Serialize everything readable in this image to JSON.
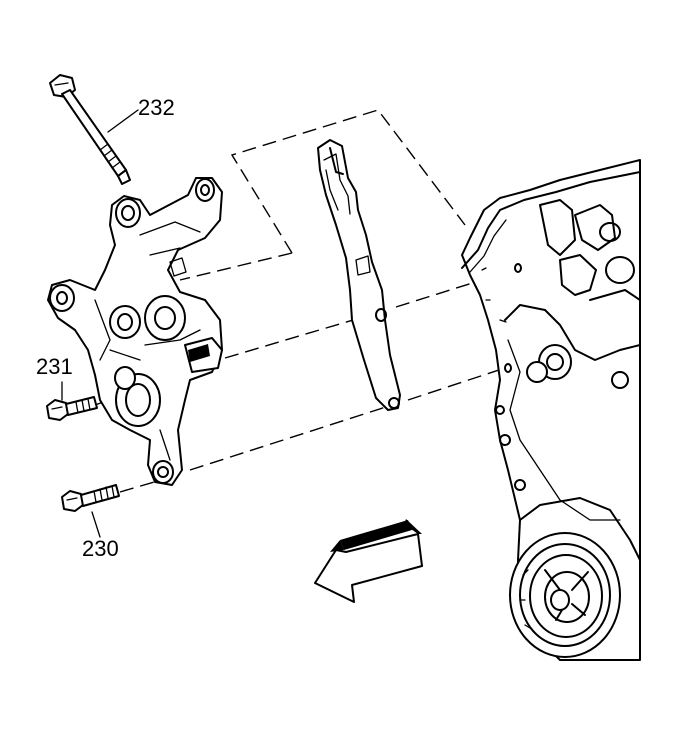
{
  "callouts": {
    "bolt_232": "232",
    "bolt_231": "231",
    "bolt_230": "230"
  },
  "colors": {
    "line": "#000000",
    "background": "#ffffff"
  },
  "icons": {
    "direction_arrow": "front-direction-arrow-icon"
  }
}
